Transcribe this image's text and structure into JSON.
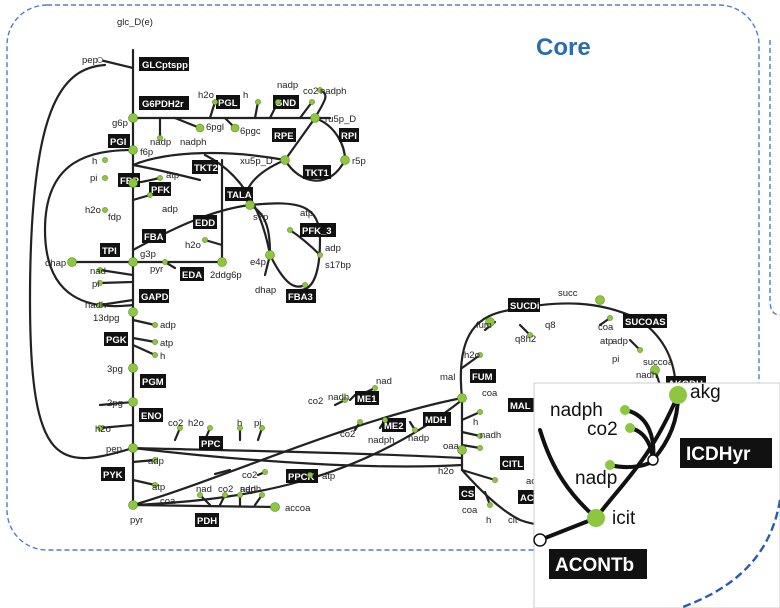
{
  "colors": {
    "accent": "#2a6cb0",
    "node": "#8dc63f",
    "edge": "#222222",
    "label_bg": "#111111"
  },
  "map": {
    "title": "Core",
    "reactions": {
      "GLCptspp": "GLCptspp",
      "G6PDH2r": "G6PDH2r",
      "PGL": "PGL",
      "GND": "GND",
      "PGI": "PGI",
      "RPE": "RPE",
      "RPI": "RPI",
      "TKT2": "TKT2",
      "TKT1": "TKT1",
      "FBP": "FBP",
      "PFK": "PFK",
      "TALA": "TALA",
      "EDD": "EDD",
      "PFK_3": "PFK_3",
      "FBA": "FBA",
      "TPI": "TPI",
      "EDA": "EDA",
      "FBA3": "FBA3",
      "GAPD": "GAPD",
      "PGK": "PGK",
      "PGM": "PGM",
      "ENO": "ENO",
      "PPC": "PPC",
      "PYK": "PYK",
      "PPCK": "PPCK",
      "PDH": "PDH",
      "ME1": "ME1",
      "ME2": "ME2",
      "MDH": "MDH",
      "FUM": "FUM",
      "SUCDi": "SUCDi",
      "SUCOAS": "SUCOAS",
      "AKGDH": "AKGDH",
      "MALS": "MAL",
      "CITL": "CITL",
      "CS": "CS",
      "ACONT": "AC"
    },
    "metabolites": {
      "glc": "glc_D(e)",
      "pep_top": "pep",
      "g6p": "g6p",
      "f6p": "f6p",
      "h2o_pgl": "h2o",
      "h_pgl": "h",
      "nadp_gnd": "nadp",
      "co2_gnd": "co2",
      "nadph_gnd": "nadph",
      "nadp_g6p": "nadp",
      "nadph_g6p": "nadph",
      "pgl6": "6pgl",
      "pgc6": "6pgc",
      "ru5p": "ru5p_D",
      "r5p": "r5p",
      "xu5p": "xu5p_D",
      "h_fbp": "h",
      "pi_fbp": "pi",
      "h2o_fbp": "h2o",
      "fdp": "fdp",
      "atp_pfk": "atp",
      "adp_pfk": "adp",
      "s7p": "s7p",
      "atp_pfk3": "atp",
      "adp_pfk3": "adp",
      "s17bp": "s17bp",
      "h2o_edd": "h2o",
      "e4p": "e4p",
      "dhap_fba3": "dhap",
      "dhap": "dhap",
      "g3p": "g3p",
      "pyr_eda": "pyr",
      "ddg6p": "2ddg6p",
      "nad_gapd": "nad",
      "pi_gapd": "pi",
      "nadh_gapd": "nadh",
      "dpg13": "13dpg",
      "adp_pgk": "adp",
      "atp_pgk": "atp",
      "h_pgk": "h",
      "pg3": "3pg",
      "pg2": "2pg",
      "h2o_eno": "h2o",
      "pep": "pep",
      "co2_ppc": "co2",
      "h2o_ppc": "h2o",
      "h_ppc": "h",
      "pi_ppc": "pi",
      "adp_pyk": "adp",
      "atp_pyk": "atp",
      "pyr": "pyr",
      "co2_ppck": "co2",
      "adp_ppck": "adp",
      "atp_ppck": "atp",
      "coa_pdh": "coa",
      "nad_pdh": "nad",
      "co2_pdh": "co2",
      "nadh_pdh": "nadh",
      "accoa": "accoa",
      "co2_me1": "co2",
      "nadh_me1": "nadh",
      "nad_me1": "nad",
      "co2_me2": "co2",
      "nadph_me2": "nadph",
      "nadp_me2": "nadp",
      "h_mdh": "h",
      "nadh_mdh": "nadh",
      "mal": "mal",
      "oaa": "oaa",
      "fum": "fum",
      "h2o_fum": "h2o",
      "q8": "q8",
      "q8h2": "q8h2",
      "succ": "succ",
      "coa_sucoas": "coa",
      "atp_sucoas": "atp",
      "adp_sucoas": "adp",
      "pi_sucoas": "pi",
      "succoa": "succoa",
      "nadh_akgdh": "nadh",
      "coa_mals": "coa",
      "h2o_cs": "h2o",
      "coa_cs": "coa",
      "h_cs": "h",
      "cit": "cit",
      "ac_citl": "ac"
    }
  },
  "inset": {
    "reaction_icdhyr": "ICDHyr",
    "reaction_acontb": "ACONTb",
    "nadph": "nadph",
    "co2": "co2",
    "nadp": "nadp",
    "icit": "icit",
    "akg": "akg"
  }
}
